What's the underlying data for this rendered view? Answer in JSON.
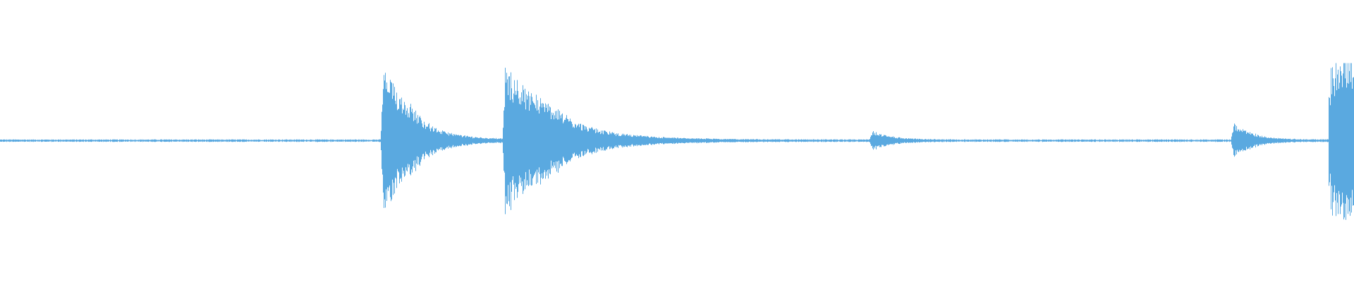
{
  "waveform": {
    "color": "#5aa9e0",
    "background": "#ffffff",
    "bursts": [
      {
        "name": "transient-1",
        "start": 0.281,
        "peak": 0.95,
        "decay": 0.021,
        "tail": 0.12
      },
      {
        "name": "transient-2",
        "start": 0.371,
        "peak": 0.96,
        "decay": 0.035,
        "tail": 0.1
      },
      {
        "name": "blip-3",
        "start": 0.642,
        "peak": 0.12,
        "decay": 0.014,
        "tail": 0.03
      },
      {
        "name": "transient-4",
        "start": 0.909,
        "peak": 0.22,
        "decay": 0.014,
        "tail": 0.04
      },
      {
        "name": "transient-5",
        "start": 0.981,
        "peak": 0.9,
        "decay": 0.02,
        "tail": 0.8
      }
    ],
    "noise_floor": 0.012
  }
}
